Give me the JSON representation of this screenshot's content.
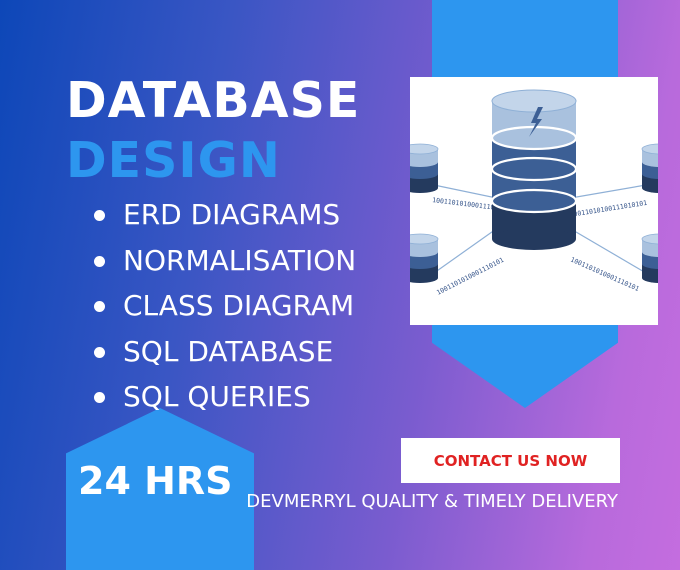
{
  "title": {
    "line1": "DATABASE",
    "line2": "DESIGN"
  },
  "services": [
    "ERD DIAGRAMS",
    "NORMALISATION",
    "CLASS DIAGRAM",
    "SQL DATABASE",
    "SQL QUERIES"
  ],
  "turnaround": "24 HRS",
  "cta": {
    "label": "CONTACT US NOW"
  },
  "tagline": "DEVMERRYL QUALITY & TIMELY DELIVERY",
  "illustration": {
    "binary_strings": [
      "1001101010001110101",
      "1001101010001110101",
      "10011010100111010101",
      "1001101010001110101"
    ]
  },
  "colors": {
    "accent_blue": "#2d96ef",
    "cta_text": "#e02222",
    "db_light": "#a9c1de",
    "db_mid": "#3c5f95",
    "db_dark": "#243a5e"
  }
}
